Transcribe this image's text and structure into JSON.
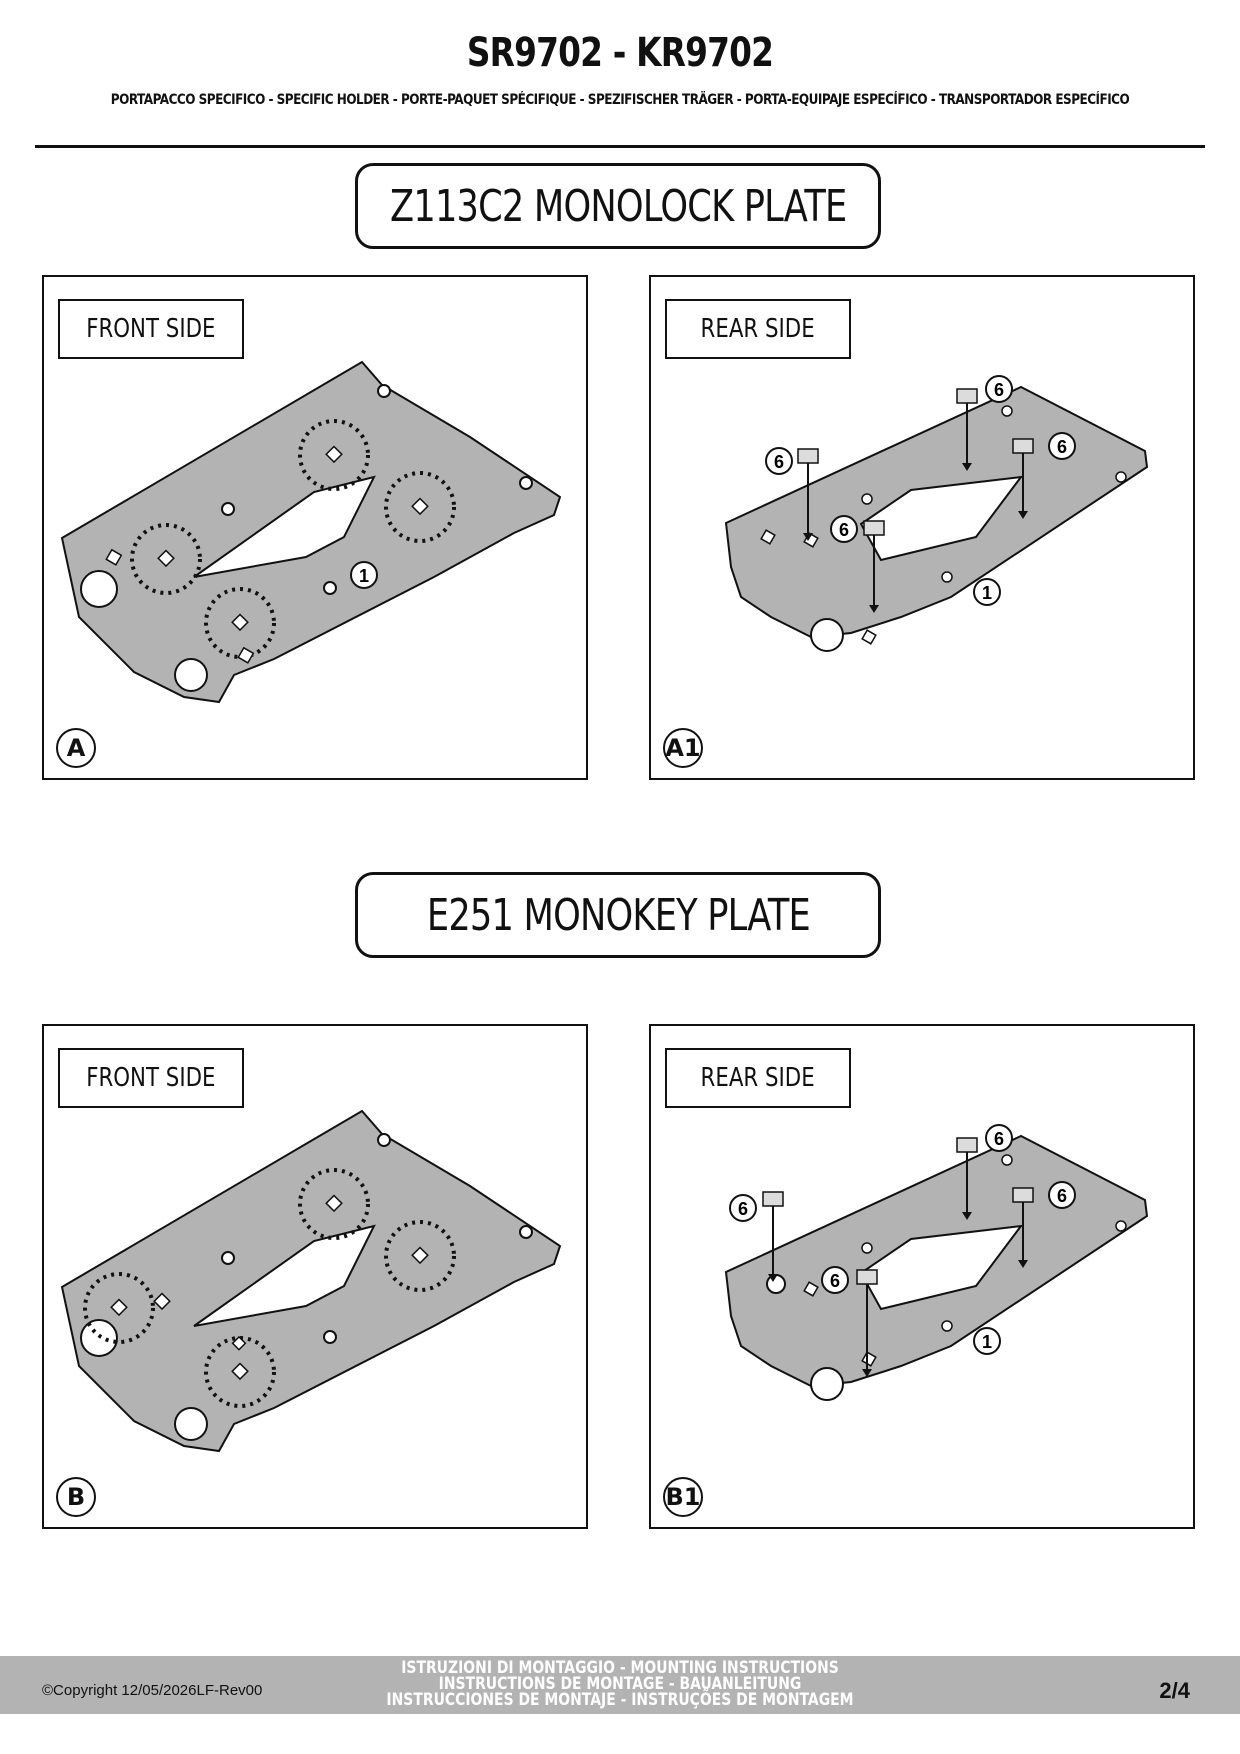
{
  "header": {
    "title": "SR9702 - KR9702",
    "subtitle": "PORTAPACCO SPECIFICO - SPECIFIC HOLDER - PORTE-PAQUET SPÉCIFIQUE - SPEZIFISCHER TRÄGER - PORTA-EQUIPAJE ESPECÍFICO - TRANSPORTADOR ESPECÍFICO"
  },
  "sections": [
    {
      "title": "Z113C2 MONOLOCK PLATE",
      "panels": [
        {
          "label": "FRONT SIDE",
          "letter": "A",
          "callouts": [
            "1"
          ]
        },
        {
          "label": "REAR SIDE",
          "letter": "A1",
          "callouts": [
            "6",
            "6",
            "6",
            "6",
            "1"
          ]
        }
      ]
    },
    {
      "title": "E251 MONOKEY PLATE",
      "panels": [
        {
          "label": "FRONT SIDE",
          "letter": "B",
          "callouts": []
        },
        {
          "label": "REAR SIDE",
          "letter": "B1",
          "callouts": [
            "6",
            "6",
            "6",
            "6",
            "1"
          ]
        }
      ]
    }
  ],
  "footer": {
    "copyright": "©Copyright 12/05/2026LF-Rev00",
    "lines": [
      "ISTRUZIONI DI MONTAGGIO  -  MOUNTING INSTRUCTIONS",
      "INSTRUCTIONS DE MONTAGE - BAUANLEITUNG",
      "INSTRUCCIONES DE MONTAJE - INSTRUÇÕES DE MONTAGEM"
    ],
    "page": "2/4"
  },
  "colors": {
    "plate_fill": "#b3b3b3",
    "footer_bar": "#b3b3b3",
    "ink": "#111111"
  }
}
